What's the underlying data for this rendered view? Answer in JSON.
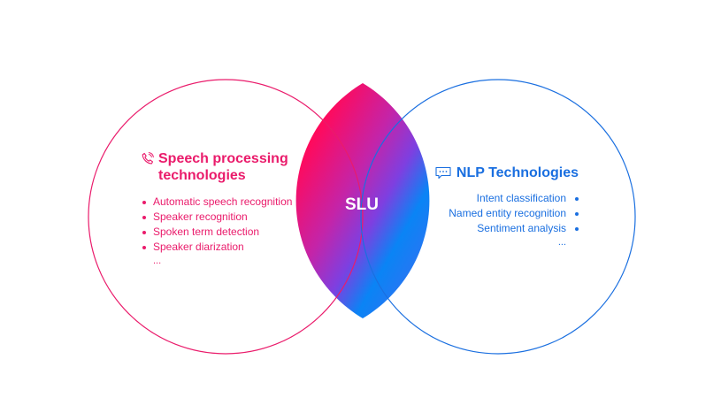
{
  "colors": {
    "speech_accent": "#ea1b6b",
    "nlp_accent": "#1a6fe0",
    "intersection_gradient": [
      "#ff0a5c",
      "#c424a8",
      "#7e3fe0",
      "#0a84f5",
      "#4a66f0"
    ]
  },
  "speech": {
    "icon": "phone-icon",
    "title_line1": "Speech processing",
    "title_line2": "technologies",
    "items": [
      "Automatic speech recognition",
      "Speaker recognition",
      "Spoken term detection",
      "Speaker diarization"
    ],
    "more": "..."
  },
  "nlp": {
    "icon": "chat-bubble-icon",
    "title": "NLP Technologies",
    "items": [
      "Intent classification",
      "Named entity recognition",
      "Sentiment analysis"
    ],
    "more": "..."
  },
  "intersection": {
    "label": "SLU"
  }
}
